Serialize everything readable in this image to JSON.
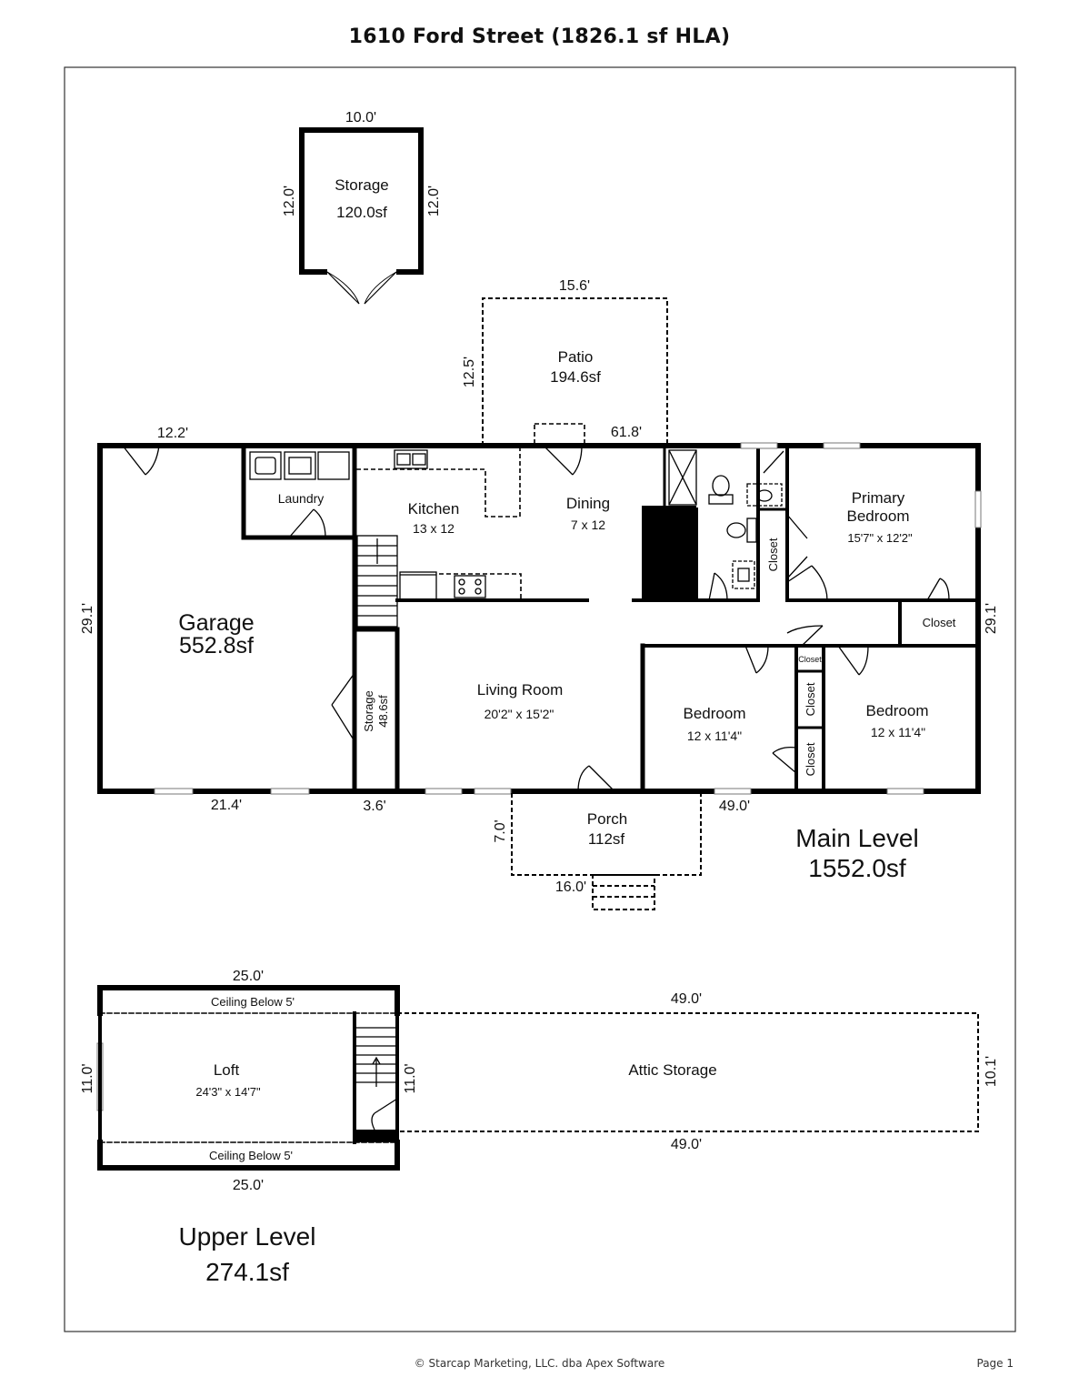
{
  "title": "1610 Ford Street (1826.1 sf HLA)",
  "storage_building": {
    "name": "Storage",
    "area": "120.0sf",
    "dim_top": "10.0'",
    "dim_left": "12.0'",
    "dim_right": "12.0'"
  },
  "patio": {
    "name": "Patio",
    "area": "194.6sf",
    "dim_top": "15.6'",
    "dim_left": "12.5'"
  },
  "garage": {
    "name": "Garage",
    "area": "552.8sf",
    "dim_top": "12.2'",
    "dim_left": "29.1'",
    "dim_bottom": "21.4'"
  },
  "laundry": {
    "name": "Laundry"
  },
  "kitchen": {
    "name": "Kitchen",
    "size": "13 x 12"
  },
  "dining": {
    "name": "Dining",
    "size": "7 x 12"
  },
  "primary_bedroom": {
    "name_line1": "Primary",
    "name_line2": "Bedroom",
    "size": "15'7\" x 12'2\""
  },
  "closets": {
    "label": "Closet"
  },
  "interior_storage": {
    "name": "Storage",
    "area": "48.6sf",
    "dim_bottom": "3.6'"
  },
  "living_room": {
    "name": "Living Room",
    "size": "20'2\" x 15'2\""
  },
  "bedroom_1": {
    "name": "Bedroom",
    "size": "12 x 11'4\""
  },
  "bedroom_2": {
    "name": "Bedroom",
    "size": "12 x 11'4\""
  },
  "porch": {
    "name": "Porch",
    "area": "112sf",
    "dim_left": "7.0'",
    "dim_bottom": "16.0'"
  },
  "main_level": {
    "name": "Main Level",
    "area": "1552.0sf",
    "dim_top": "61.8'",
    "dim_right": "29.1'",
    "dim_bottom": "49.0'"
  },
  "loft": {
    "name": "Loft",
    "size": "24'3\" x 14'7\"",
    "dim_top": "25.0'",
    "dim_bottom": "25.0'",
    "dim_left": "11.0'",
    "dim_right": "11.0'",
    "ceiling_top": "Ceiling Below 5'",
    "ceiling_bottom": "Ceiling Below 5'"
  },
  "attic": {
    "name": "Attic Storage",
    "dim_top": "49.0'",
    "dim_bottom": "49.0'",
    "dim_right": "10.1'"
  },
  "upper_level": {
    "name": "Upper Level",
    "area": "274.1sf"
  },
  "footer": {
    "copyright": "© Starcap Marketing, LLC. dba Apex Software",
    "page": "Page 1"
  }
}
